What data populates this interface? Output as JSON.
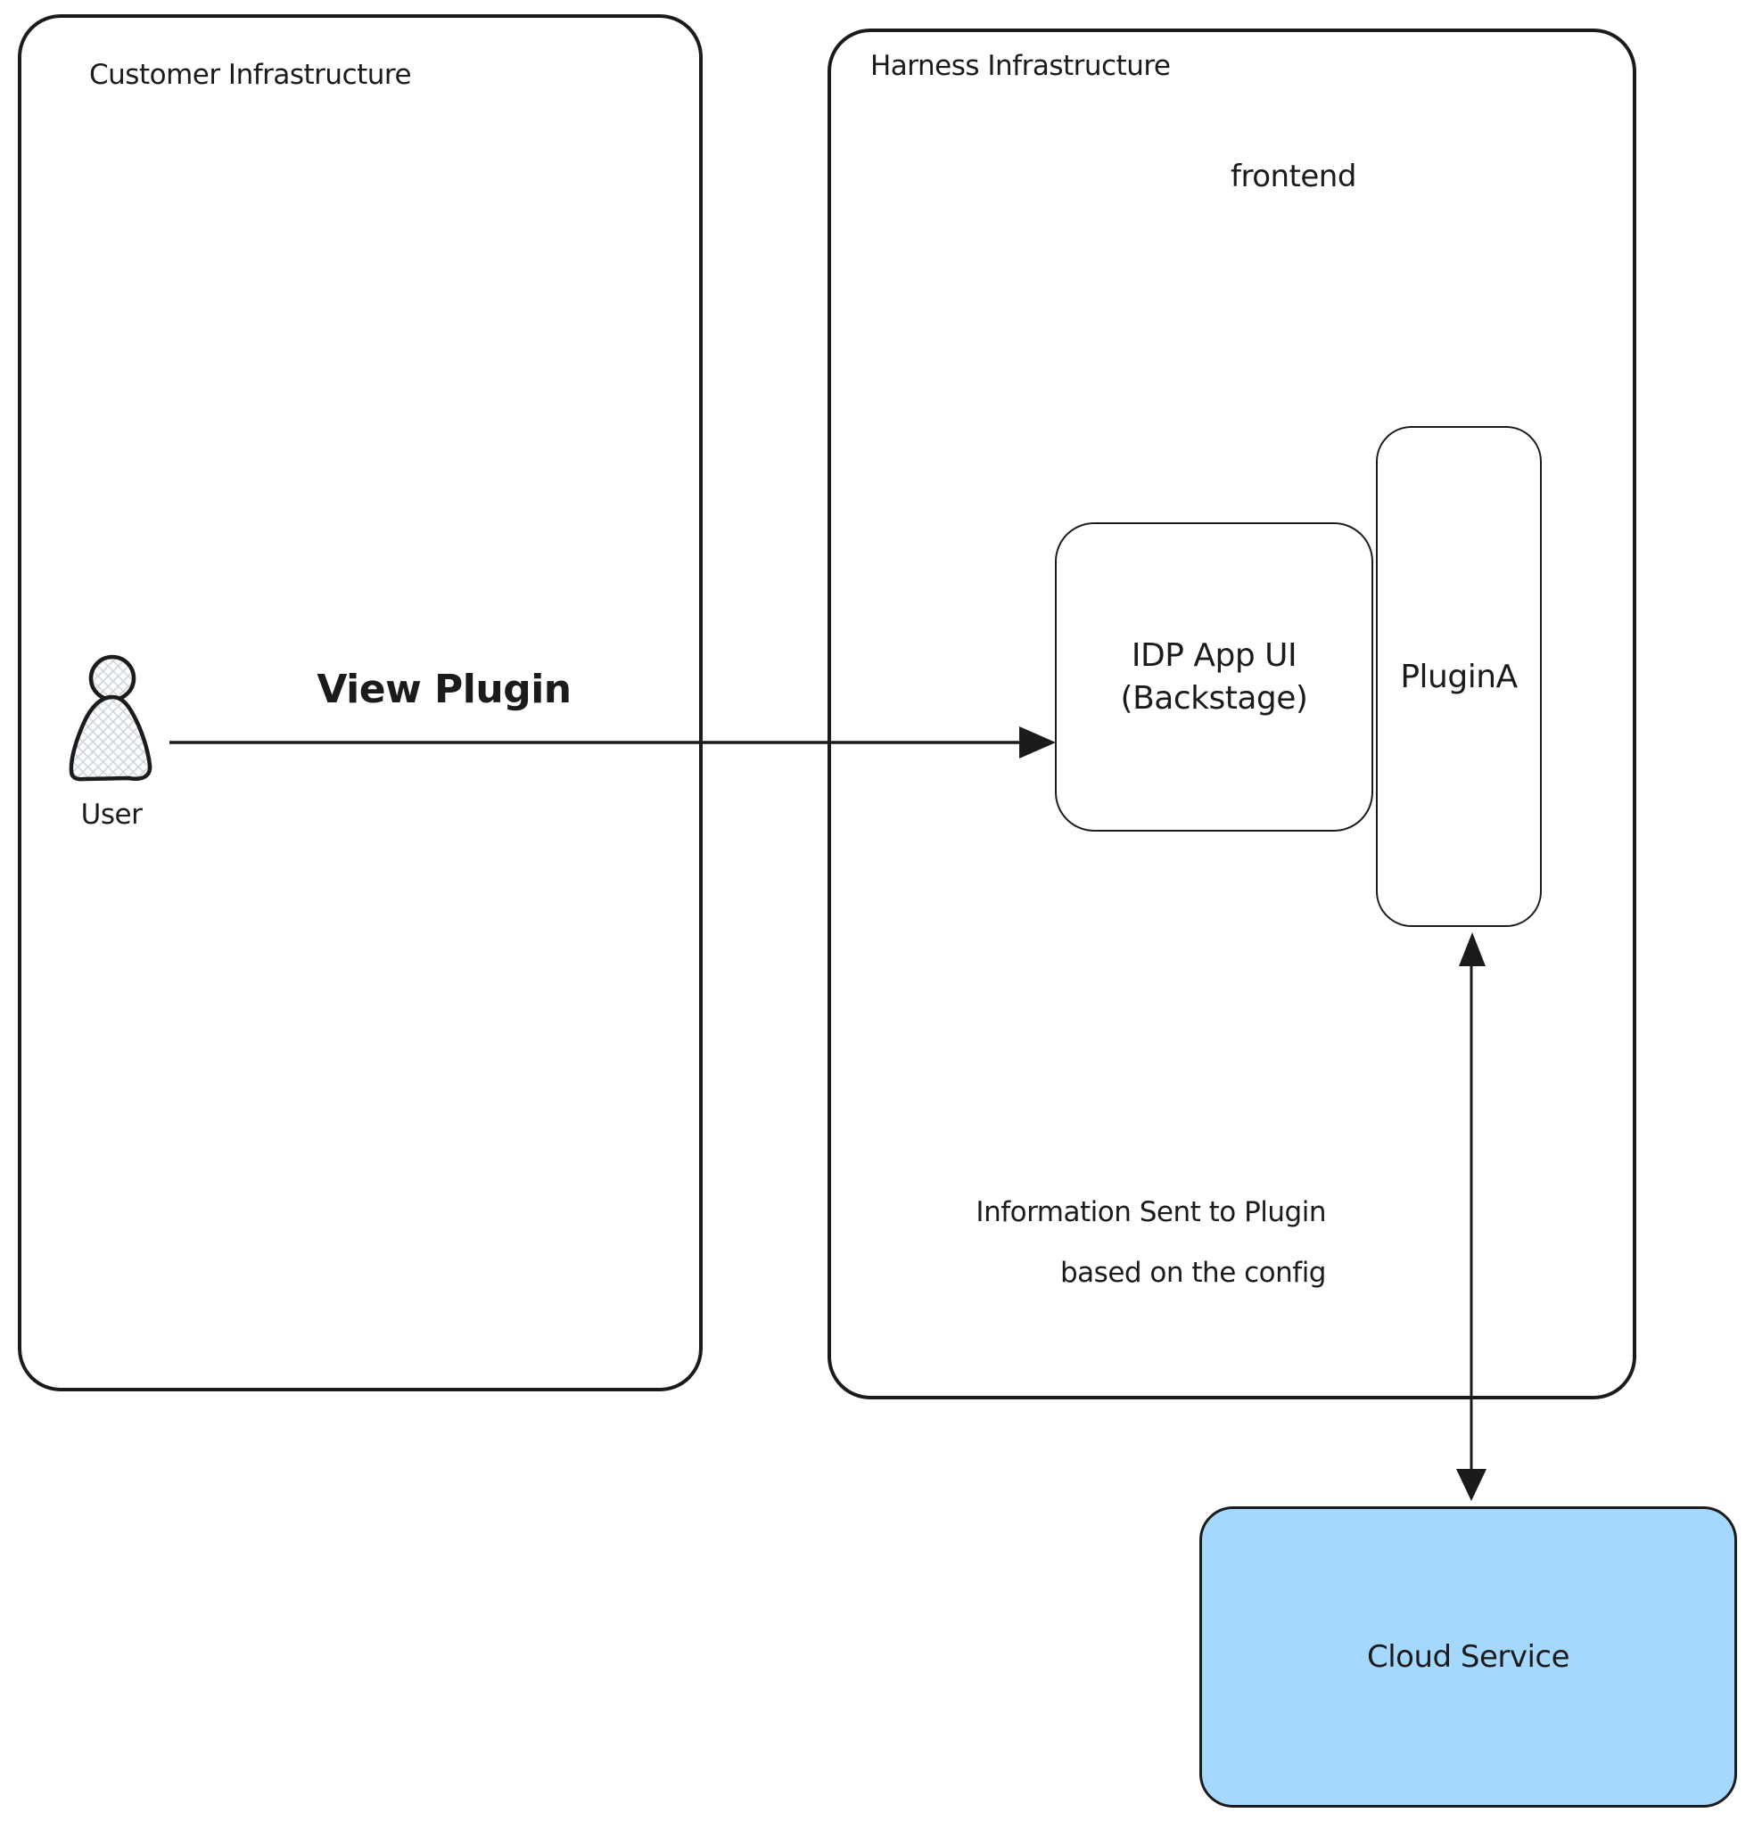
{
  "colors": {
    "stroke": "#1b1b1b",
    "cloud_fill": "#a5d8ff",
    "hatch": "#ccd3dc"
  },
  "customer": {
    "title": "Customer Infrastructure"
  },
  "harness": {
    "title": "Harness Infrastructure",
    "frontend_label": "frontend"
  },
  "user": {
    "label": "User",
    "icon": "person-icon"
  },
  "idp": {
    "line1": "IDP App UI",
    "line2": "(Backstage)"
  },
  "plugin": {
    "label": "PluginA"
  },
  "cloud": {
    "label": "Cloud Service"
  },
  "edges": {
    "user_to_idp": {
      "label": "View Plugin"
    },
    "plugin_to_cloud": {
      "label_line1": "Information Sent to Plugin",
      "label_line2": "based on the config"
    }
  }
}
